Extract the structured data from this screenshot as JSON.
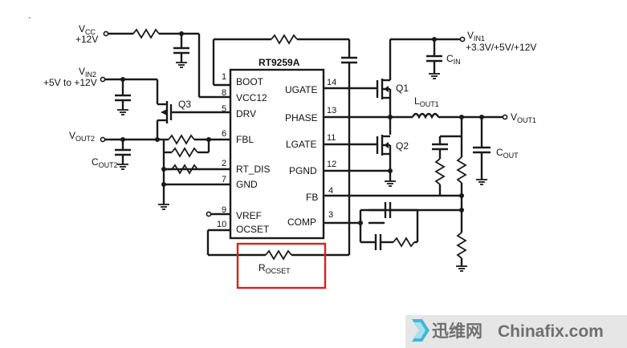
{
  "ic": {
    "name": "RT9259A"
  },
  "left_pins": [
    {
      "num": "1",
      "label": "BOOT"
    },
    {
      "num": "8",
      "label": "VCC12"
    },
    {
      "num": "5",
      "label": "DRV"
    },
    {
      "num": "6",
      "label": "FBL"
    },
    {
      "num": "2",
      "label": "RT_DIS"
    },
    {
      "num": "7",
      "label": "GND"
    },
    {
      "num": "9",
      "label": "VREF"
    },
    {
      "num": "10",
      "label": "OCSET"
    }
  ],
  "right_pins": [
    {
      "num": "14",
      "label": "UGATE"
    },
    {
      "num": "13",
      "label": "PHASE"
    },
    {
      "num": "11",
      "label": "LGATE"
    },
    {
      "num": "12",
      "label": "PGND"
    },
    {
      "num": "4",
      "label": "FB"
    },
    {
      "num": "3",
      "label": "COMP"
    }
  ],
  "labels": {
    "vcc_main": "V",
    "vcc_sub": "CC",
    "vcc_value": "+12V",
    "vin2_main": "V",
    "vin2_sub": "IN2",
    "vin2_value": "+5V to +12V",
    "vout2_main": "V",
    "vout2_sub": "OUT2",
    "cout2_main": "C",
    "cout2_sub": "OUT2",
    "vin1_main": "V",
    "vin1_sub": "IN1",
    "vin1_value": "+3.3V/+5V/+12V",
    "cin_main": "C",
    "cin_sub": "IN",
    "lout1_main": "L",
    "lout1_sub": "OUT1",
    "vout1_main": "V",
    "vout1_sub": "OUT1",
    "cout_main": "C",
    "cout_sub": "OUT",
    "q1": "Q1",
    "q2": "Q2",
    "q3": "Q3",
    "rocset_main": "R",
    "rocset_sub": "OCSET"
  },
  "colors": {
    "wire": "#1a1a1a",
    "highlight": "#d62020",
    "watermark": "#6f6f6f",
    "logo_accent": "#43b8d8"
  },
  "watermark": {
    "cn": "迅维网",
    "en": "Chinafix.com"
  }
}
